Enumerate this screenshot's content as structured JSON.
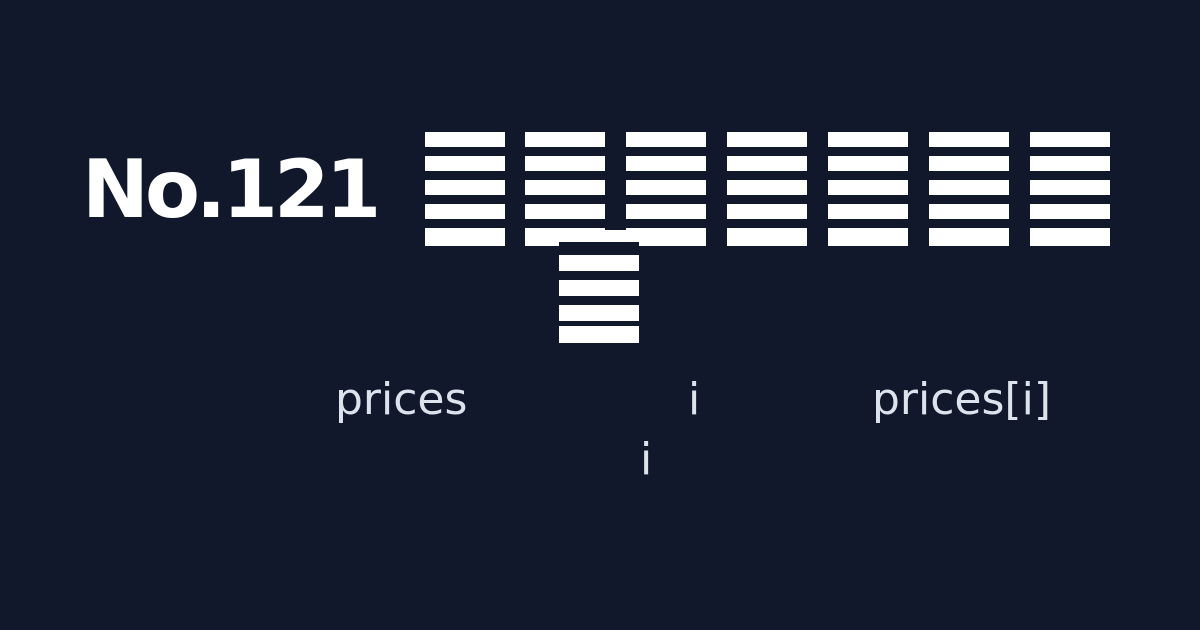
{
  "title": "No.121",
  "labels": {
    "prices": "prices",
    "i_top": "i",
    "prices_i": "prices[i]",
    "i_bottom": "i"
  },
  "colors": {
    "background": "#11182b",
    "foreground": "#ffffff",
    "label": "#dde3ec"
  }
}
